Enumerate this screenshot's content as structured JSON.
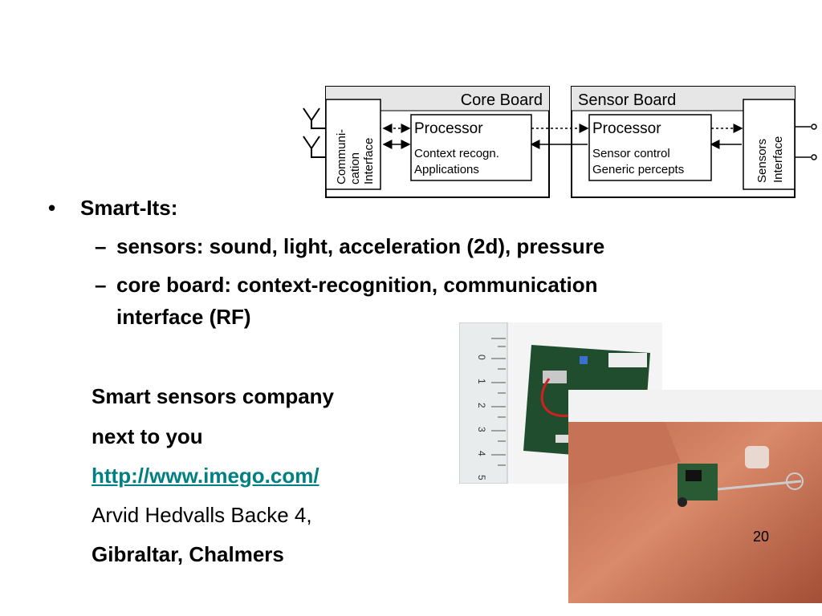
{
  "diagram": {
    "core_board": "Core Board",
    "sensor_board": "Sensor Board",
    "comm_interface": [
      "Communi-",
      "cation",
      "Interface"
    ],
    "core_processor": {
      "title": "Processor",
      "line1": "Context recogn.",
      "line2": "Applications"
    },
    "sensor_processor": {
      "title": "Processor",
      "line1": "Sensor control",
      "line2": "Generic percepts"
    },
    "sensors_interface": [
      "Sensors",
      "Interface"
    ]
  },
  "bullets": {
    "main": "Smart-Its:",
    "sub1": "sensors: sound, light, acceleration (2d), pressure",
    "sub2_line1": "core board: context-recognition, communication",
    "sub2_line2": "interface (RF)"
  },
  "company": {
    "line1": "Smart sensors company",
    "line2": "next to you",
    "url": "http://www.imego.com/",
    "address": "Arvid Hedvalls Backe 4,",
    "location": "Gibraltar, Chalmers"
  },
  "slide_number": "20",
  "colors": {
    "link": "#008080",
    "diagram_line": "#000000",
    "board_shading": "#e6e6e6"
  }
}
